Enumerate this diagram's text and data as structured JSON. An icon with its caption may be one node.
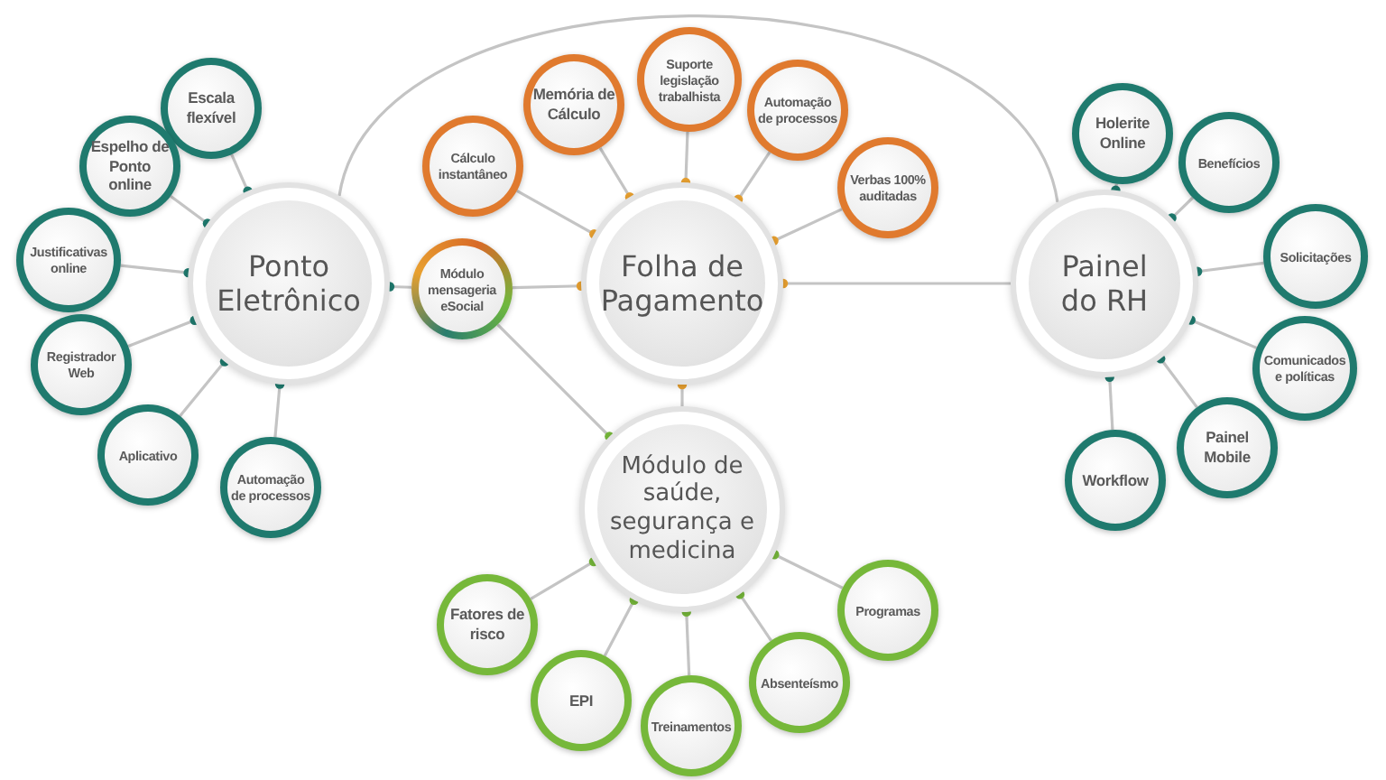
{
  "diagram": {
    "nodes": [
      {
        "text": [
          "Ponto Eletrônico"
        ]
      },
      {
        "text": [
          "Folha de Pagamento"
        ]
      },
      {
        "text": [
          "Painel do RH"
        ]
      },
      {
        "text": [
          "Módulo de saúde, segurança e medicina"
        ]
      },
      {
        "text": [
          "Escala flexível"
        ]
      },
      {
        "text": [
          "Espelho de Ponto online"
        ]
      },
      {
        "text": [
          "Justificativas online"
        ]
      },
      {
        "text": [
          "Registrador Web"
        ]
      },
      {
        "text": [
          "Aplicativo"
        ]
      },
      {
        "text": [
          "Automação de processos"
        ]
      },
      {
        "text": [
          "Cálculo instantâneo"
        ]
      },
      {
        "text": [
          "Memória de Cálculo"
        ]
      },
      {
        "text": [
          "Suporte legislação trabalhista"
        ]
      },
      {
        "text": [
          "Automação de processos"
        ]
      },
      {
        "text": [
          "Verbas 100% auditadas"
        ]
      },
      {
        "text": [
          "Módulo mensageria eSocial"
        ]
      },
      {
        "text": [
          "Holerite Online"
        ]
      },
      {
        "text": [
          "Benefícios"
        ]
      },
      {
        "text": [
          "Solicitações"
        ]
      },
      {
        "text": [
          "Comunicados e políticas"
        ]
      },
      {
        "text": [
          "Painel Mobile"
        ]
      },
      {
        "text": [
          "Workflow"
        ]
      },
      {
        "text": [
          "Fatores de risco"
        ]
      },
      {
        "text": [
          "EPI"
        ]
      },
      {
        "text": [
          "Treinamentos"
        ]
      },
      {
        "text": [
          "Absenteísmo"
        ]
      },
      {
        "text": [
          "Programas"
        ]
      }
    ],
    "edges": [
      {
        "from": 0,
        "to": 15,
        "arrow": "other"
      },
      {
        "from": 1,
        "to": 15,
        "arrow": "other"
      },
      {
        "from": 1,
        "to": 2,
        "arrow": "other"
      },
      {
        "from": 0,
        "to": 2,
        "arrow": "none"
      },
      {
        "from": 1,
        "to": 3,
        "arrow": "other"
      },
      {
        "from": 3,
        "to": 15,
        "arrow": "other"
      },
      {
        "from": 0,
        "to": 4,
        "arrow": "other"
      },
      {
        "from": 0,
        "to": 5,
        "arrow": "other"
      },
      {
        "from": 0,
        "to": 6,
        "arrow": "other"
      },
      {
        "from": 0,
        "to": 7,
        "arrow": "other"
      },
      {
        "from": 0,
        "to": 8,
        "arrow": "other"
      },
      {
        "from": 0,
        "to": 9,
        "arrow": "other"
      },
      {
        "from": 1,
        "to": 10,
        "arrow": "other"
      },
      {
        "from": 1,
        "to": 11,
        "arrow": "other"
      },
      {
        "from": 1,
        "to": 12,
        "arrow": "other"
      },
      {
        "from": 1,
        "to": 13,
        "arrow": "other"
      },
      {
        "from": 1,
        "to": 14,
        "arrow": "other"
      },
      {
        "from": 2,
        "to": 16,
        "arrow": "other"
      },
      {
        "from": 2,
        "to": 17,
        "arrow": "other"
      },
      {
        "from": 2,
        "to": 18,
        "arrow": "other"
      },
      {
        "from": 2,
        "to": 19,
        "arrow": "other"
      },
      {
        "from": 2,
        "to": 20,
        "arrow": "other"
      },
      {
        "from": 2,
        "to": 21,
        "arrow": "other"
      },
      {
        "from": 3,
        "to": 22,
        "arrow": "other"
      },
      {
        "from": 3,
        "to": 23,
        "arrow": "other"
      },
      {
        "from": 3,
        "to": 24,
        "arrow": "other"
      },
      {
        "from": 3,
        "to": 25,
        "arrow": "other"
      },
      {
        "from": 3,
        "to": 26,
        "arrow": "other"
      }
    ]
  }
}
